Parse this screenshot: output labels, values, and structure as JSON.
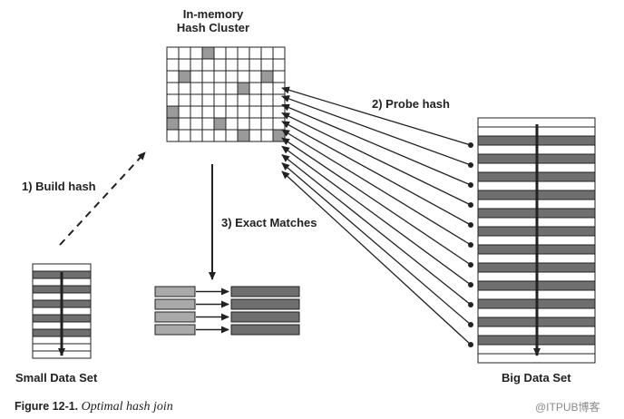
{
  "hash_cluster": {
    "label_line1": "In-memory",
    "label_line2": "Hash Cluster",
    "grid_rows": 8,
    "grid_cols": 10,
    "filled_cells": [
      [
        0,
        3
      ],
      [
        2,
        1
      ],
      [
        2,
        8
      ],
      [
        3,
        6
      ],
      [
        5,
        0
      ],
      [
        6,
        0
      ],
      [
        6,
        4
      ],
      [
        7,
        6
      ],
      [
        7,
        9
      ]
    ],
    "fill_color": "#9a9a9a"
  },
  "steps": {
    "build_hash": "1) Build hash",
    "probe_hash": "2) Probe hash",
    "exact_matches": "3) Exact Matches"
  },
  "small_data_set": {
    "label": "Small Data Set",
    "rows": [
      "light",
      "dark",
      "light",
      "dark",
      "light",
      "dark",
      "light",
      "dark",
      "light",
      "dark",
      "light",
      "light",
      "light"
    ]
  },
  "big_data_set": {
    "label": "Big Data Set",
    "rows": [
      "light",
      "light",
      "dark",
      "light",
      "dark",
      "light",
      "dark",
      "light",
      "dark",
      "light",
      "dark",
      "light",
      "dark",
      "light",
      "dark",
      "light",
      "dark",
      "light",
      "dark",
      "light",
      "dark",
      "light",
      "dark",
      "light",
      "dark",
      "light",
      "light"
    ]
  },
  "matches": {
    "left_rows": 4,
    "right_rows": 4
  },
  "probe_arrow_count": 11,
  "caption": {
    "figure": "Figure 12-1.",
    "title": "Optimal hash join"
  },
  "watermark": "@ITPUB博客",
  "colors": {
    "dark_row": "#6f6f6f",
    "light_row": "#ffffff",
    "arrow": "#222222"
  }
}
